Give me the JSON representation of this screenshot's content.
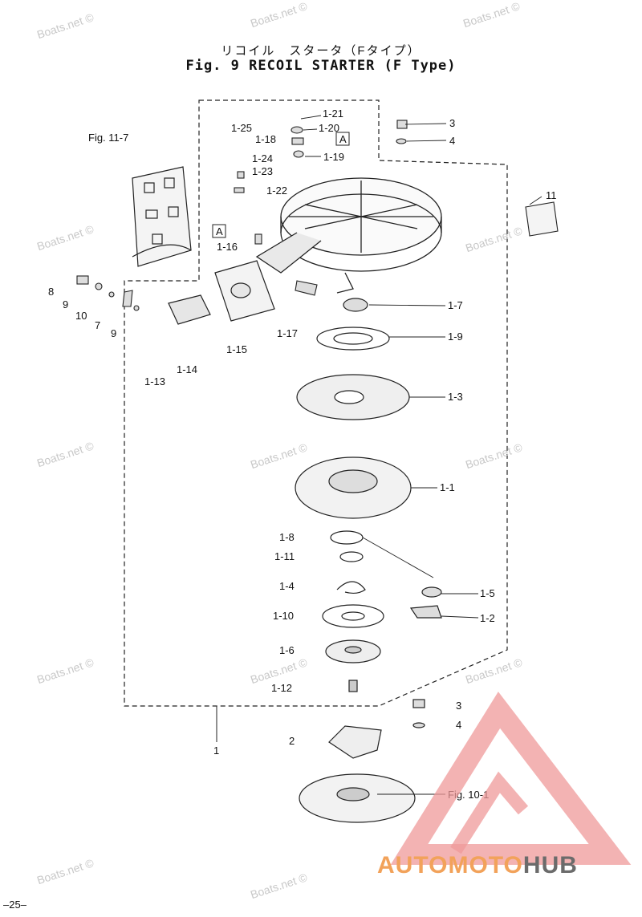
{
  "header": {
    "title_jp": "リコイル　スタータ（Fタイプ）",
    "title_en": "Fig. 9  RECOIL STARTER (F Type)"
  },
  "watermark": "Boats.net ©",
  "page_number": "–25–",
  "brand": {
    "part1": "AUTOMOTO",
    "part2": "HUB",
    "accent": "#e8373a",
    "orange": "#f2a25a",
    "grey": "#6b6b6b"
  },
  "callouts": {
    "fig11_7": "Fig. 11-7",
    "fig10_1": "Fig. 10-1",
    "box_a": "A",
    "p1_21": "1-21",
    "p1_20": "1-20",
    "p1_18": "1-18",
    "p1_19": "1-19",
    "p1_25": "1-25",
    "p1_24": "1-24",
    "p1_23": "1-23",
    "p1_22": "1-22",
    "p1_16": "1-16",
    "p1_15": "1-15",
    "p1_17": "1-17",
    "p1_13": "1-13",
    "p1_14": "1-14",
    "p1_7": "1-7",
    "p1_9": "1-9",
    "p1_3": "1-3",
    "p1_1": "1-1",
    "p1_8": "1-8",
    "p1_11": "1-11",
    "p1_4": "1-4",
    "p1_5": "1-5",
    "p1_2": "1-2",
    "p1_10": "1-10",
    "p1_6": "1-6",
    "p1_12": "1-12",
    "p1": "1",
    "p2": "2",
    "p3": "3",
    "p4": "4",
    "p7": "7",
    "p8": "8",
    "p9": "9",
    "p10": "10",
    "p11": "11"
  }
}
